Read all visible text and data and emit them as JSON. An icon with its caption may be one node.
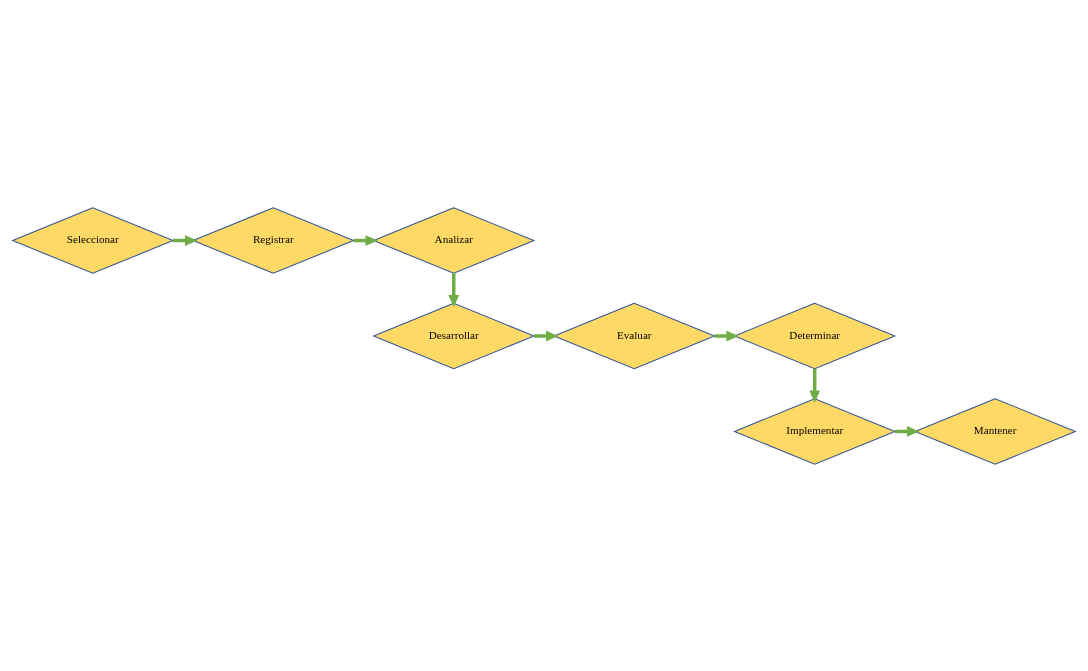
{
  "diagram": {
    "nodes": [
      {
        "text": [
          "Seleccionar"
        ]
      },
      {
        "text": [
          "Registrar"
        ]
      },
      {
        "text": [
          "Analizar"
        ]
      },
      {
        "text": [
          "Determinar"
        ]
      },
      {
        "text": [
          "Evaluar"
        ]
      },
      {
        "text": [
          "Desarrollar"
        ]
      },
      {
        "text": [
          "Implementar"
        ]
      },
      {
        "text": [
          "Mantener"
        ]
      }
    ],
    "edges": [
      {
        "from": 0,
        "to": 1,
        "arrow": "to"
      },
      {
        "from": 1,
        "to": 2,
        "arrow": "to"
      },
      {
        "from": 2,
        "to": 5,
        "arrow": "to"
      },
      {
        "from": 5,
        "to": 4,
        "arrow": "to"
      },
      {
        "from": 4,
        "to": 3,
        "arrow": "to"
      },
      {
        "from": 3,
        "to": 6,
        "arrow": "to"
      },
      {
        "from": 6,
        "to": 7,
        "arrow": "to"
      }
    ]
  }
}
